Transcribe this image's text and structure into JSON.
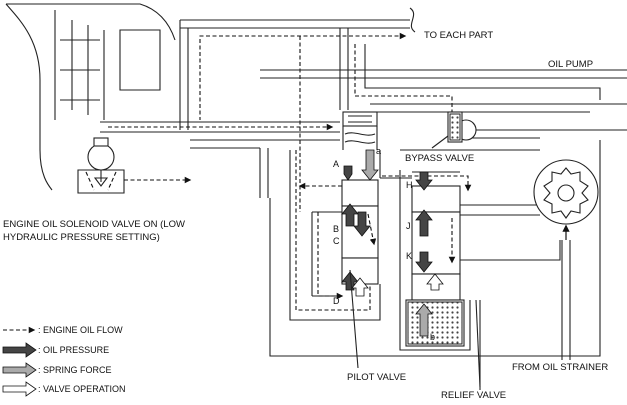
{
  "labels": {
    "to_each_part": "TO EACH PART",
    "oil_pump": "OIL PUMP",
    "bypass_valve": "BYPASS VALVE",
    "solenoid_line1": "ENGINE OIL SOLENOID VALVE ON (LOW",
    "solenoid_line2": "HYDRAULIC PRESSURE SETTING)",
    "pilot_valve": "PILOT VALVE",
    "relief_valve": "RELIEF VALVE",
    "from_oil_strainer": "FROM OIL STRAINER"
  },
  "markers": {
    "a": "a",
    "b": "b",
    "A": "A",
    "B": "B",
    "C": "C",
    "D": "D",
    "H": "H",
    "J": "J",
    "K": "K"
  },
  "legend": {
    "items": [
      {
        "icon": "dashed-arrow-icon",
        "label": ": ENGINE OIL FLOW"
      },
      {
        "icon": "dark-arrow-icon",
        "label": ": OIL PRESSURE"
      },
      {
        "icon": "gray-arrow-icon",
        "label": ": SPRING FORCE"
      },
      {
        "icon": "outline-arrow-icon",
        "label": ": VALVE OPERATION"
      }
    ]
  }
}
